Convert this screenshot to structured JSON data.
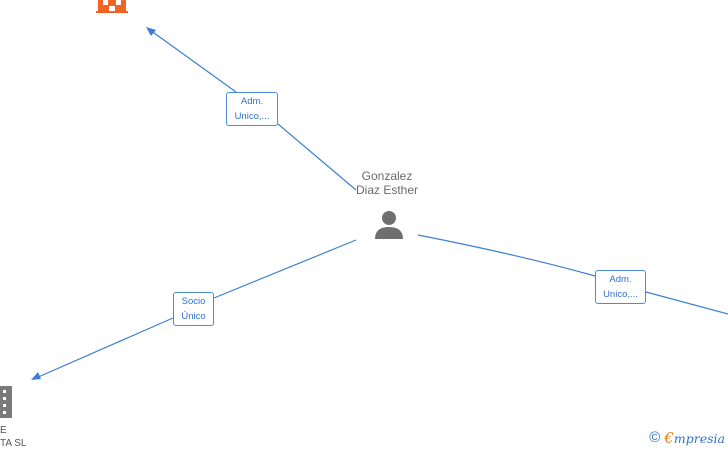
{
  "person": {
    "name_line1": "Gonzalez",
    "name_line2": "Diaz Esther"
  },
  "edges": [
    {
      "label_line1": "Adm.",
      "label_line2": "Unico,..."
    },
    {
      "label_line1": "Socio",
      "label_line2": "Único"
    },
    {
      "label_line1": "Adm.",
      "label_line2": "Unico,..."
    }
  ],
  "companies": [
    {
      "icon": "building-icon",
      "color": "#f26422"
    },
    {
      "icon": "building-icon",
      "color": "#7a7a7a",
      "name_line1": "E",
      "name_line2": "TA  SL"
    }
  ],
  "branding": {
    "copyright": "©",
    "first_letter": "€",
    "rest": "mpresia"
  },
  "colors": {
    "edge": "#3d7fd3",
    "label_text": "#2f72c6",
    "accent_company": "#f26422",
    "gray_company": "#7a7a7a"
  }
}
